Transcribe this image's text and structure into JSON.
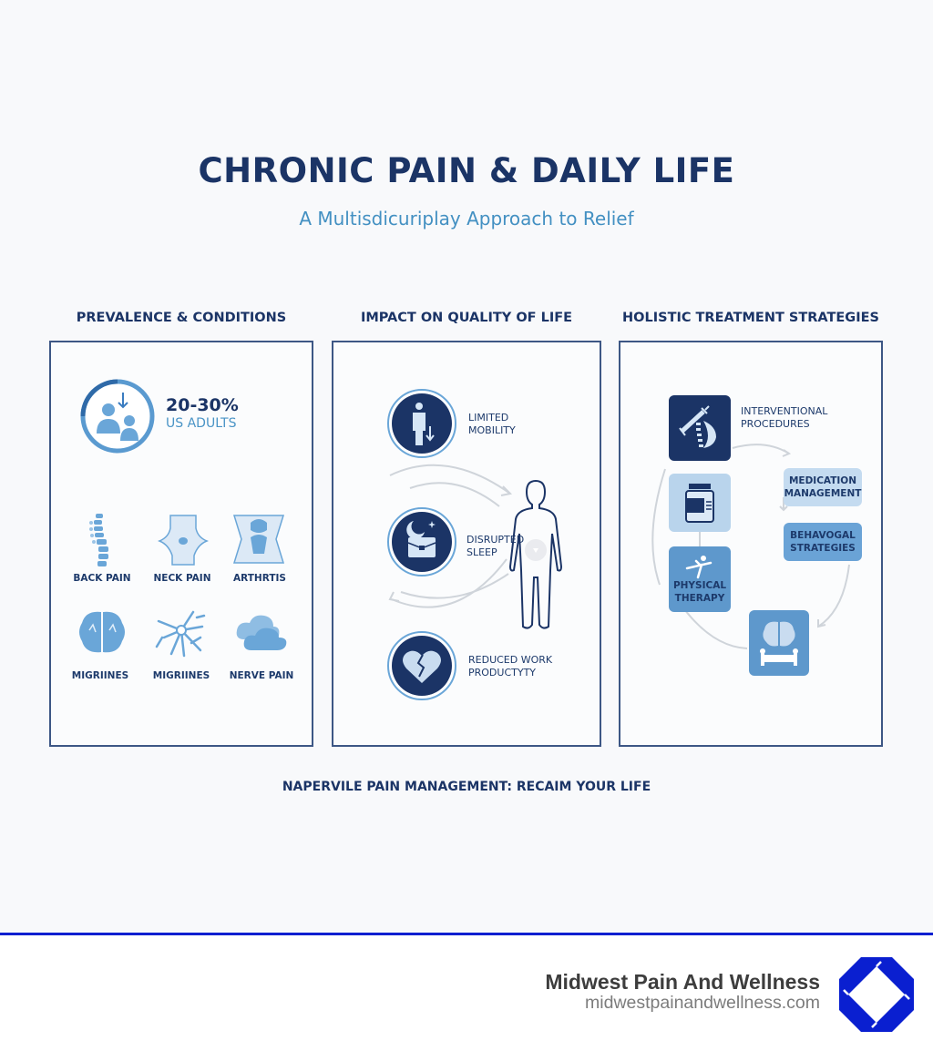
{
  "header": {
    "title": "CHRONIC PAIN & DAILY LIFE",
    "subtitle": "A Multisdicuriplay Approach to Relief"
  },
  "columns": [
    {
      "heading": "PREVALENCE & CONDITIONS",
      "stat": {
        "value": "20-30%",
        "label": "US ADULTS",
        "icon": "people-down-arrow-icon"
      },
      "conditions": [
        {
          "label": "BACK PAIN",
          "icon": "spine-icon"
        },
        {
          "label": "NECK PAIN",
          "icon": "neck-icon"
        },
        {
          "label": "ARTHRTIS",
          "icon": "joint-icon"
        },
        {
          "label": "MIGRIINES",
          "icon": "brain-icon"
        },
        {
          "label": "MIGRIINES",
          "icon": "neuron-icon"
        },
        {
          "label": "NERVE PAIN",
          "icon": "cloud-icon"
        }
      ]
    },
    {
      "heading": "IMPACT ON QUALITY OF LIFE",
      "impacts": [
        {
          "line1": "LIMITED",
          "line2": "MOBILITY",
          "icon": "person-down-arrow-icon"
        },
        {
          "line1": "DISRUPTED",
          "line2": "SLEEP",
          "icon": "moon-briefcase-icon"
        },
        {
          "line1": "REDUCED WORK",
          "line2": "PRODUCTYTY",
          "icon": "broken-heart-icon"
        }
      ],
      "figure_icon": "human-body-outline-icon"
    },
    {
      "heading": "HOLISTIC TREATMENT STRATEGIES",
      "strategies": [
        {
          "line1": "INTERVENTIONAL",
          "line2": "PROCEDURES",
          "icon": "syringe-spine-icon"
        },
        {
          "line1": "MEDICATION",
          "line2": "MANAGEMENT"
        },
        {
          "line1": "BEHAVOGAL",
          "line2": "STRATEGIES"
        },
        {
          "line1": "PHYSICAL",
          "line2": "THERAPY",
          "icon": "stretching-figure-icon"
        }
      ],
      "extra_icons": [
        "pill-bottle-icon",
        "brain-bed-icon"
      ]
    }
  ],
  "tagline": "NAPERVILE PAIN MANAGEMENT: RECAIM YOUR LIFE",
  "footer": {
    "brand": "Midwest Pain And Wellness",
    "url": "midwestpainandwellness.com",
    "accent": "#0a1fd0"
  },
  "colors": {
    "navy": "#1b3466",
    "mid_blue": "#4a94c6",
    "light_blue": "#b9d4ec",
    "panel_border": "#3d5785"
  }
}
